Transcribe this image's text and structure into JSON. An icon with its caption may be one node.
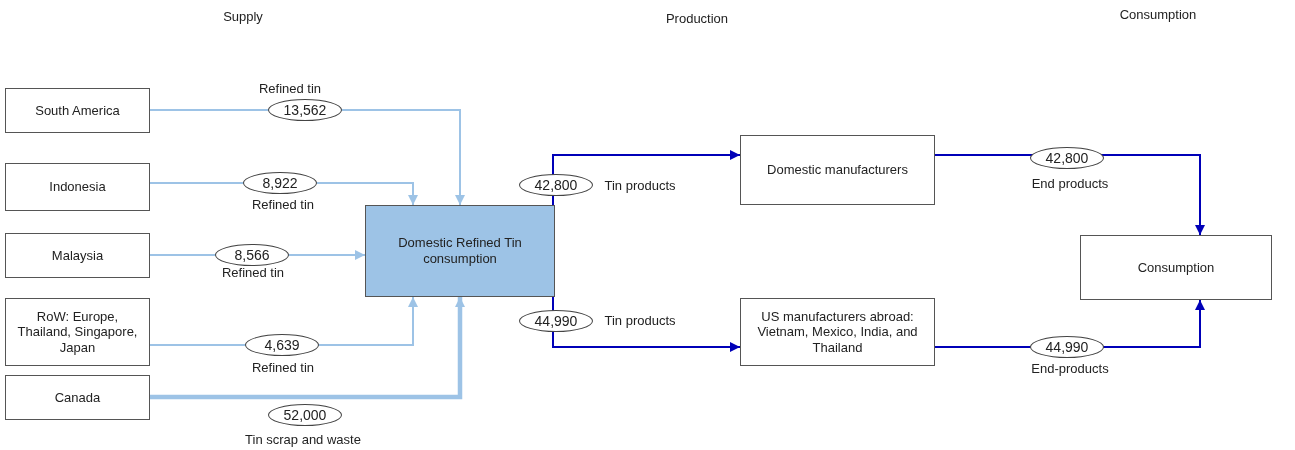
{
  "diagram": {
    "nodes": [
      {
        "text": [
          "South America"
        ]
      },
      {
        "text": [
          "Indonesia"
        ]
      },
      {
        "text": [
          "Malaysia"
        ]
      },
      {
        "text": [
          "RoW: Europe, Thailand, Singapore, Japan"
        ]
      },
      {
        "text": [
          "Canada"
        ]
      },
      {
        "text": [
          "Domestic Refined Tin consumption"
        ]
      },
      {
        "text": [
          "Domestic manufacturers"
        ]
      },
      {
        "text": [
          "US manufacturers abroad: Vietnam, Mexico, India, and Thailand"
        ]
      },
      {
        "text": [
          "Consumption"
        ]
      }
    ],
    "edges": [
      {
        "from": 0,
        "to": 5,
        "arrow": "to",
        "label": "13,562"
      },
      {
        "from": 1,
        "to": 5,
        "arrow": "to",
        "label": "8,922"
      },
      {
        "from": 2,
        "to": 5,
        "arrow": "to",
        "label": "8,566"
      },
      {
        "from": 3,
        "to": 5,
        "arrow": "to",
        "label": "4,639"
      },
      {
        "from": 4,
        "to": 5,
        "arrow": "to",
        "label": "52,000",
        "style": "thick"
      },
      {
        "from": 5,
        "to": 6,
        "arrow": "to",
        "label": "42,800",
        "color": "#0000b8"
      },
      {
        "from": 5,
        "to": 7,
        "arrow": "to",
        "label": "44,990",
        "color": "#0000b8"
      },
      {
        "from": 6,
        "to": 8,
        "arrow": "to",
        "label": "42,800",
        "color": "#0000b8"
      },
      {
        "from": 7,
        "to": 8,
        "arrow": "to",
        "label": "44,990",
        "color": "#0000b8"
      }
    ],
    "labels": [
      "Supply",
      "Production",
      "Consumption",
      "Refined tin",
      "Tin products",
      "End products",
      "Refined tin",
      "Refined tin",
      "Tin products",
      "Refined tin",
      "End-products",
      "Tin scrap and waste"
    ]
  }
}
